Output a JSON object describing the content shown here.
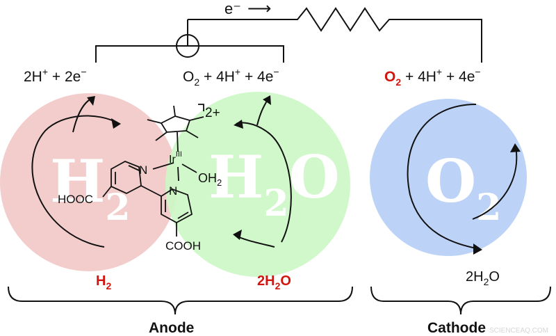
{
  "circuit": {
    "electron_label": "e⁻",
    "electron_arrow": "⟶"
  },
  "anode_left": {
    "reaction": {
      "a": "2H",
      "a_sup": "+",
      "b": " + 2e",
      "b_sup": "−"
    },
    "circle_label": {
      "main": "H",
      "sub": "2"
    },
    "input": {
      "main": "H",
      "sub": "2"
    }
  },
  "anode_right": {
    "reaction": {
      "a": "O",
      "a_sub": "2",
      "b": " + 4H",
      "b_sup": "+",
      "c": " + 4e",
      "c_sup": "−"
    },
    "circle_label": {
      "main": "H",
      "sub": "2",
      "tail": "O"
    },
    "input": {
      "pre": "2H",
      "sub": "2",
      "post": "O"
    }
  },
  "cathode": {
    "reaction": {
      "a": "O",
      "a_sub": "2",
      "b": " + 4H",
      "b_sup": "+",
      "c": " + 4e",
      "c_sup": "−"
    },
    "circle_label": {
      "main": "O",
      "sub": "2"
    },
    "output": {
      "pre": "2H",
      "sub": "2",
      "post": "O"
    }
  },
  "molecule": {
    "metal": "Ir",
    "metal_sup": "III",
    "ligand": "OH",
    "ligand_sub": "2",
    "charge": "2+",
    "n1": "N",
    "n2": "N",
    "acid_left": "HOOC",
    "acid_bottom": "COOH"
  },
  "labels": {
    "anode": "Anode",
    "cathode": "Cathode"
  },
  "watermark": "SCIENCEAQ.COM",
  "colors": {
    "h2_circle": "#f2cdcb",
    "h2o_circle": "#cdf7c6",
    "o2_circle": "#bcd3f7",
    "accent_red": "#d3150f"
  }
}
